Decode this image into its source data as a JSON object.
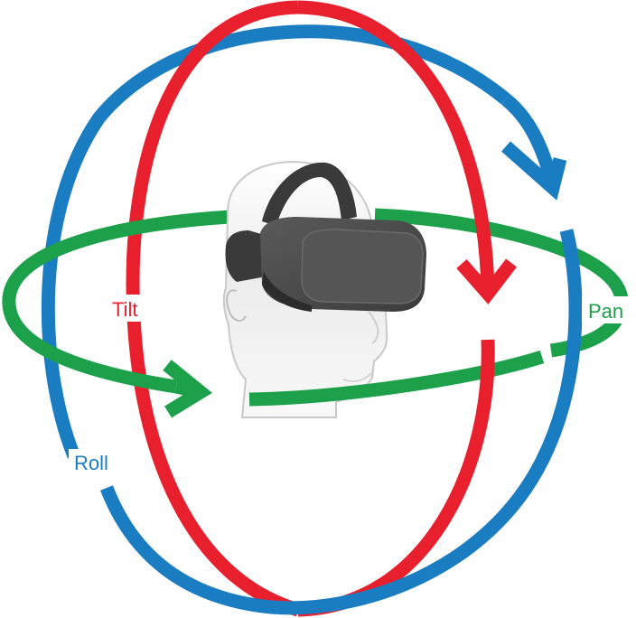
{
  "labels": {
    "tilt": "Tilt",
    "pan": "Pan",
    "roll": "Roll"
  },
  "colors": {
    "tilt": "#e8202e",
    "pan": "#1ca04a",
    "roll": "#1a7cc1",
    "headset_body": "#4a4a4a",
    "headset_strap": "#333333",
    "head_shade": "#e6e6e6"
  },
  "icons": {
    "figure": "vr-headset-head-icon"
  }
}
